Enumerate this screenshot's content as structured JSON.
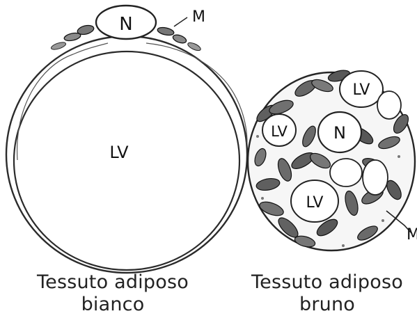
{
  "diagram": {
    "white_cell": {
      "nucleus_label": "N",
      "mitochondria_label": "M",
      "lipid_vacuole_label": "LV",
      "caption_line1": "Tessuto adiposo",
      "caption_line2": "bianco"
    },
    "brown_cell": {
      "nucleus_label": "N",
      "mitochondria_label": "M",
      "lipid_vacuole_labels": [
        "LV",
        "LV",
        "LV"
      ],
      "caption_line1": "Tessuto adiposo",
      "caption_line2": "bruno"
    }
  }
}
